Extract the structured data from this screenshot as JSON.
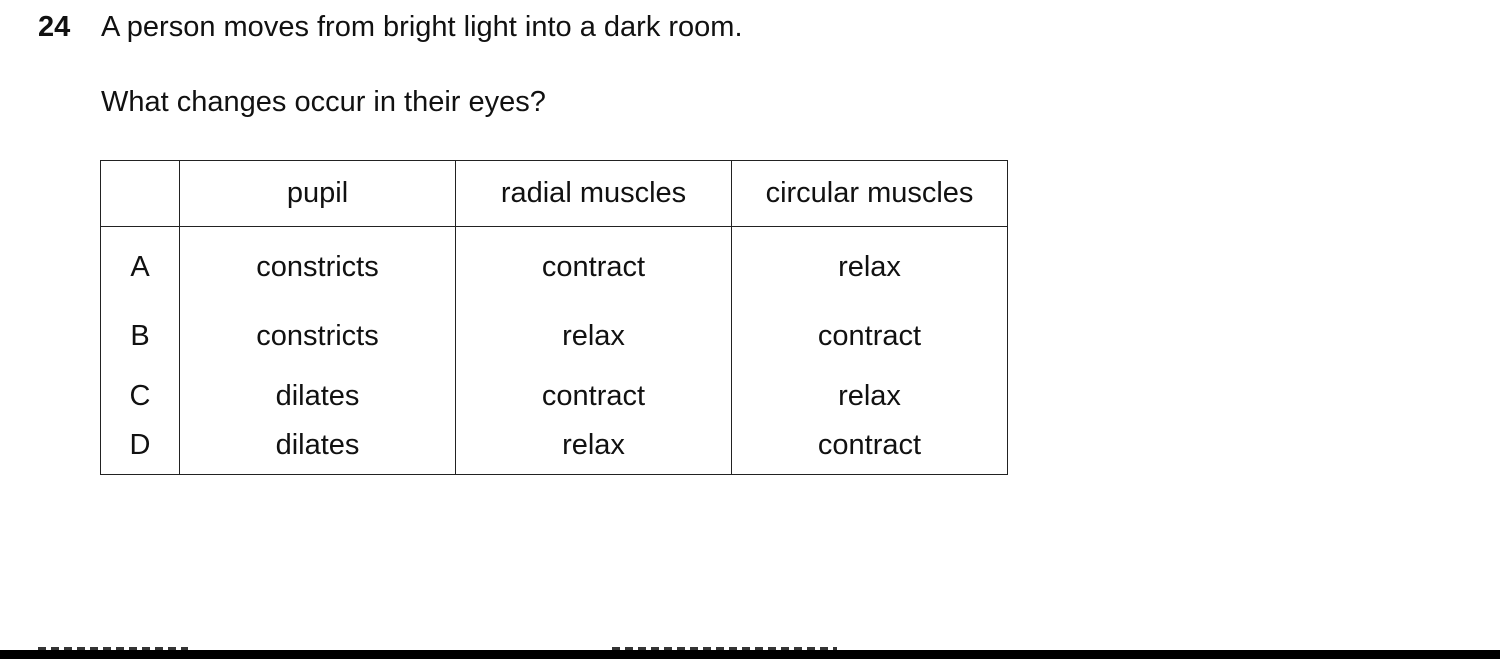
{
  "question": {
    "number": "24",
    "stem": "A person moves from bright light into a dark room.",
    "prompt": "What changes occur in their eyes?"
  },
  "table": {
    "headers": [
      "",
      "pupil",
      "radial muscles",
      "circular muscles"
    ],
    "rows": [
      {
        "letter": "A",
        "pupil": "constricts",
        "radial": "contract",
        "circular": "relax"
      },
      {
        "letter": "B",
        "pupil": "constricts",
        "radial": "relax",
        "circular": "contract"
      },
      {
        "letter": "C",
        "pupil": "dilates",
        "radial": "contract",
        "circular": "relax"
      },
      {
        "letter": "D",
        "pupil": "dilates",
        "radial": "relax",
        "circular": "contract"
      }
    ]
  }
}
